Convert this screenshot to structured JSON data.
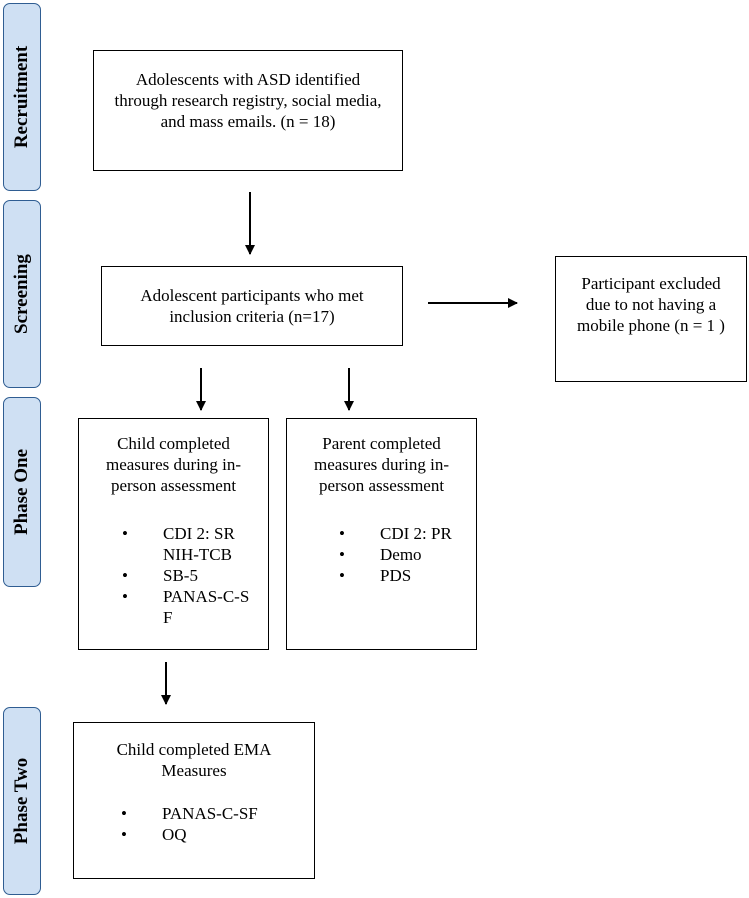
{
  "phases": {
    "recruitment": "Recruitment",
    "screening": "Screening",
    "phase_one": "Phase One",
    "phase_two": "Phase Two"
  },
  "boxes": {
    "recruitment": "Adolescents with ASD identified through research registry, social media, and mass emails. (n = 18)",
    "screening": "Adolescent participants who met inclusion criteria (n=17)",
    "excluded": "Participant excluded due to not having a mobile phone (n = 1 )",
    "child_phase_one": {
      "title": "Child completed measures during in-person assessment",
      "items": [
        "CDI 2: SR",
        "NIH-TCB",
        "SB-5",
        "PANAS-C-SF"
      ]
    },
    "parent_phase_one": {
      "title": "Parent completed measures during in-person assessment",
      "items": [
        "CDI 2: PR",
        "Demo",
        "PDS"
      ]
    },
    "child_phase_two": {
      "title": "Child completed EMA Measures",
      "items": [
        "PANAS-C-SF",
        "OQ"
      ]
    }
  },
  "colors": {
    "phase_fill": "#cfe0f3",
    "phase_border": "#2f5d92"
  }
}
